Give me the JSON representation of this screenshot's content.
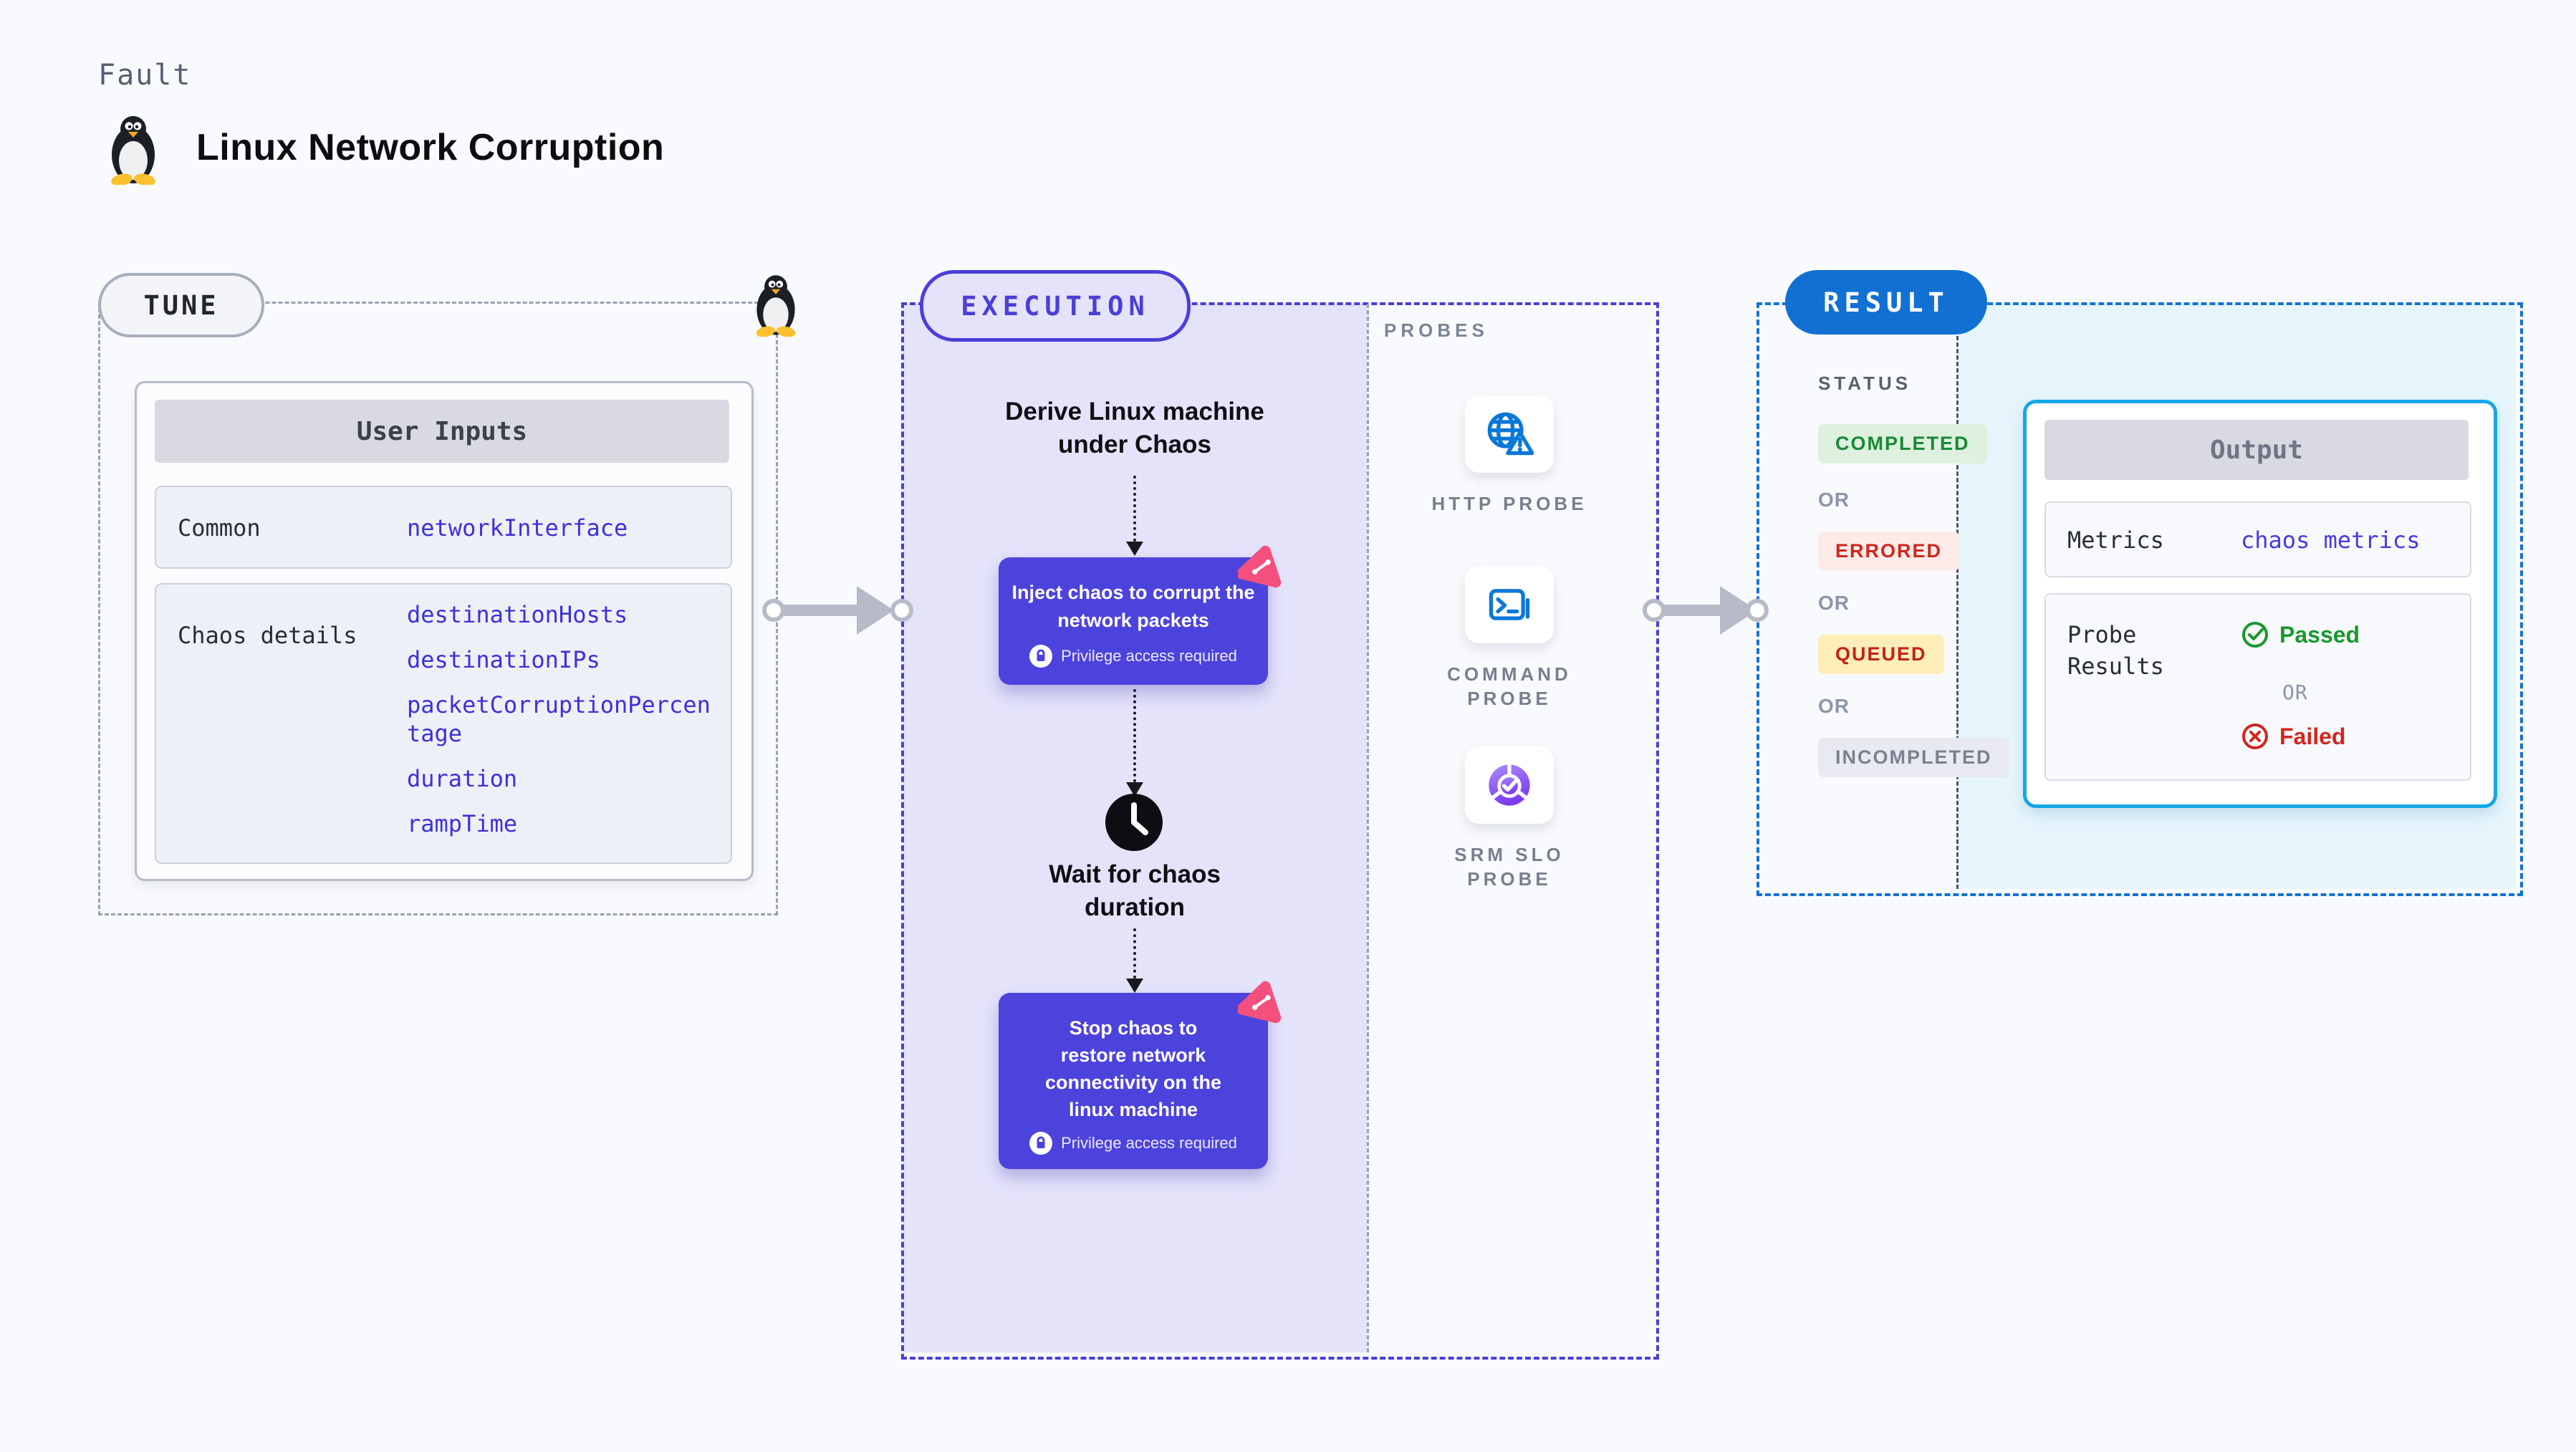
{
  "page": {
    "kicker": "Fault",
    "title": "Linux Network Corruption"
  },
  "tune": {
    "badge": "TUNE",
    "table_title": "User Inputs",
    "rows": [
      {
        "label": "Common",
        "values": [
          "networkInterface"
        ]
      },
      {
        "label": "Chaos details",
        "values": [
          "destinationHosts",
          "destinationIPs",
          "packetCorruptionPercentage",
          "duration",
          "rampTime"
        ]
      }
    ]
  },
  "execution": {
    "badge": "EXECUTION",
    "derive_lines": [
      "Derive Linux machine",
      "under Chaos"
    ],
    "inject": {
      "lines": [
        "Inject chaos to corrupt the",
        "network packets"
      ],
      "privilege": "Privilege access required"
    },
    "wait_lines": [
      "Wait for chaos",
      "duration"
    ],
    "stop": {
      "lines": [
        "Stop chaos to",
        "restore network",
        "connectivity on the",
        "linux machine"
      ],
      "privilege": "Privilege access required"
    }
  },
  "probes": {
    "heading": "PROBES",
    "items": [
      {
        "label": "HTTP PROBE",
        "icon": "globe-warning-icon"
      },
      {
        "label": "COMMAND PROBE",
        "icon": "terminal-icon"
      },
      {
        "label": "SRM SLO PROBE",
        "icon": "slo-donut-check-icon"
      }
    ]
  },
  "result": {
    "badge": "RESULT",
    "status_heading": "STATUS",
    "or_label": "OR",
    "statuses": [
      "COMPLETED",
      "ERRORED",
      "QUEUED",
      "INCOMPLETED"
    ],
    "output": {
      "title": "Output",
      "metrics_label": "Metrics",
      "metrics_value": "chaos metrics",
      "probe_results_label": "Probe Results",
      "passed": "Passed",
      "failed": "Failed"
    }
  },
  "colors": {
    "accent_indigo": "#4a3fd6",
    "node_indigo": "#4c43dd",
    "execution_fill": "#e4e3fa",
    "result_blue": "#1170d2",
    "output_border_cyan": "#16a7e8",
    "result_fill_cyan": "#e6f5fc",
    "success_green": "#178a34",
    "error_red": "#ce271c",
    "queued_bg": "#fdeeba",
    "incompleted_gray": "#79818f",
    "code_blue": "#3c31da",
    "probe_icon_blue": "#0b78d8",
    "slo_purple": "#8b5cf6",
    "chaos_logo_pink": "#f4507e",
    "arrow_gray": "#b7bbc7"
  }
}
